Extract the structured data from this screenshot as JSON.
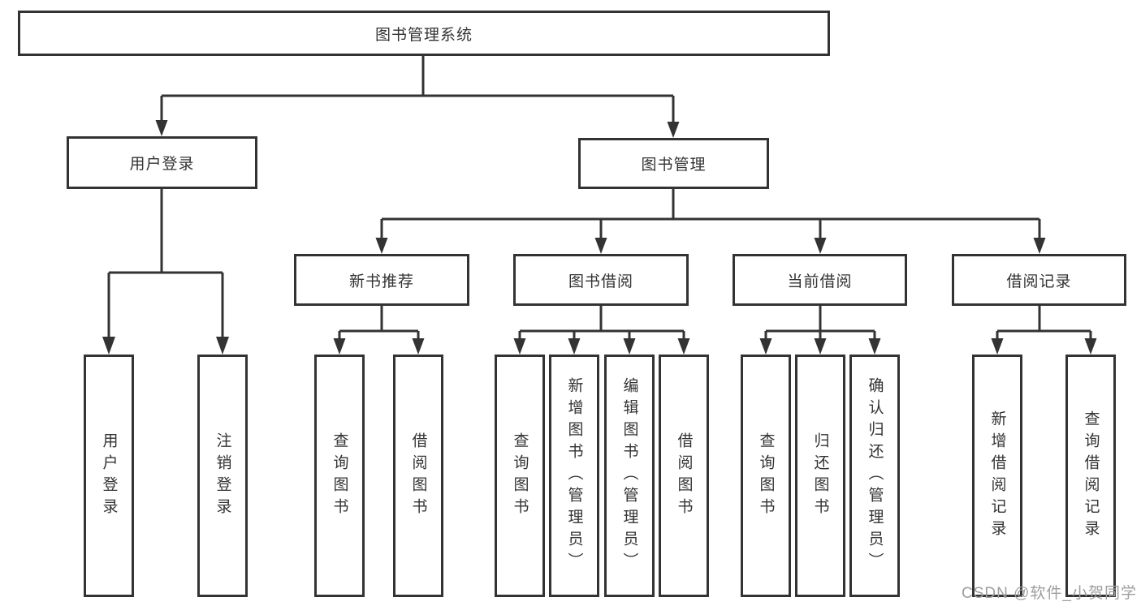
{
  "theme": {
    "line_color": "#333333",
    "text_color": "#333333",
    "watermark_color": "#9e9e9e",
    "background": "#ffffff"
  },
  "tree": {
    "label": "图书管理系统",
    "children": [
      {
        "label": "用户登录",
        "children": [
          {
            "label": "用户登录"
          },
          {
            "label": "注销登录"
          }
        ]
      },
      {
        "label": "图书管理",
        "children": [
          {
            "label": "新书推荐",
            "children": [
              {
                "label": "查询图书"
              },
              {
                "label": "借阅图书"
              }
            ]
          },
          {
            "label": "图书借阅",
            "children": [
              {
                "label": "查询图书"
              },
              {
                "label": "新增图书（管理员）"
              },
              {
                "label": "编辑图书（管理员）"
              },
              {
                "label": "借阅图书"
              }
            ]
          },
          {
            "label": "当前借阅",
            "children": [
              {
                "label": "查询图书"
              },
              {
                "label": "归还图书"
              },
              {
                "label": "确认归还（管理员）"
              }
            ]
          },
          {
            "label": "借阅记录",
            "children": [
              {
                "label": "新增借阅记录"
              },
              {
                "label": "查询借阅记录"
              }
            ]
          }
        ]
      }
    ]
  },
  "watermark": {
    "text": "CSDN @软件_小贺同学"
  }
}
